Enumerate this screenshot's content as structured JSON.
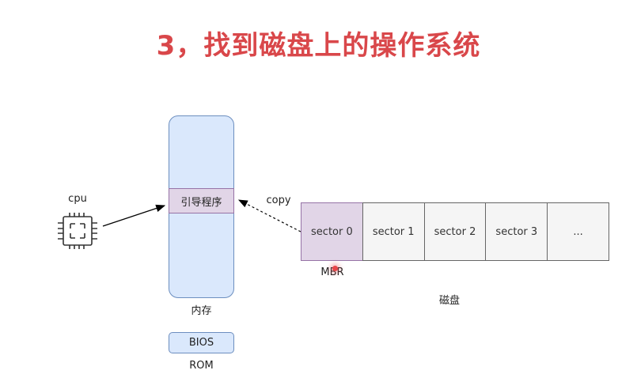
{
  "title": "3，找到磁盘上的操作系统",
  "cpu": {
    "label": "cpu"
  },
  "memory": {
    "label": "内存",
    "boot_program": "引导程序"
  },
  "rom": {
    "bios": "BIOS",
    "label": "ROM"
  },
  "copy_label": "copy",
  "disk": {
    "label": "磁盘",
    "mbr_label": "MBR",
    "sectors": [
      "sector 0",
      "sector 1",
      "sector 2",
      "sector 3",
      "..."
    ]
  },
  "colors": {
    "title": "#d9474a",
    "memory_fill": "#dae8fc",
    "memory_stroke": "#6c8ebf",
    "boot_fill": "#e1d5e7",
    "boot_stroke": "#9673a6",
    "sector_fill": "#f5f5f5"
  },
  "icons": {
    "cpu": "cpu-chip-icon"
  }
}
